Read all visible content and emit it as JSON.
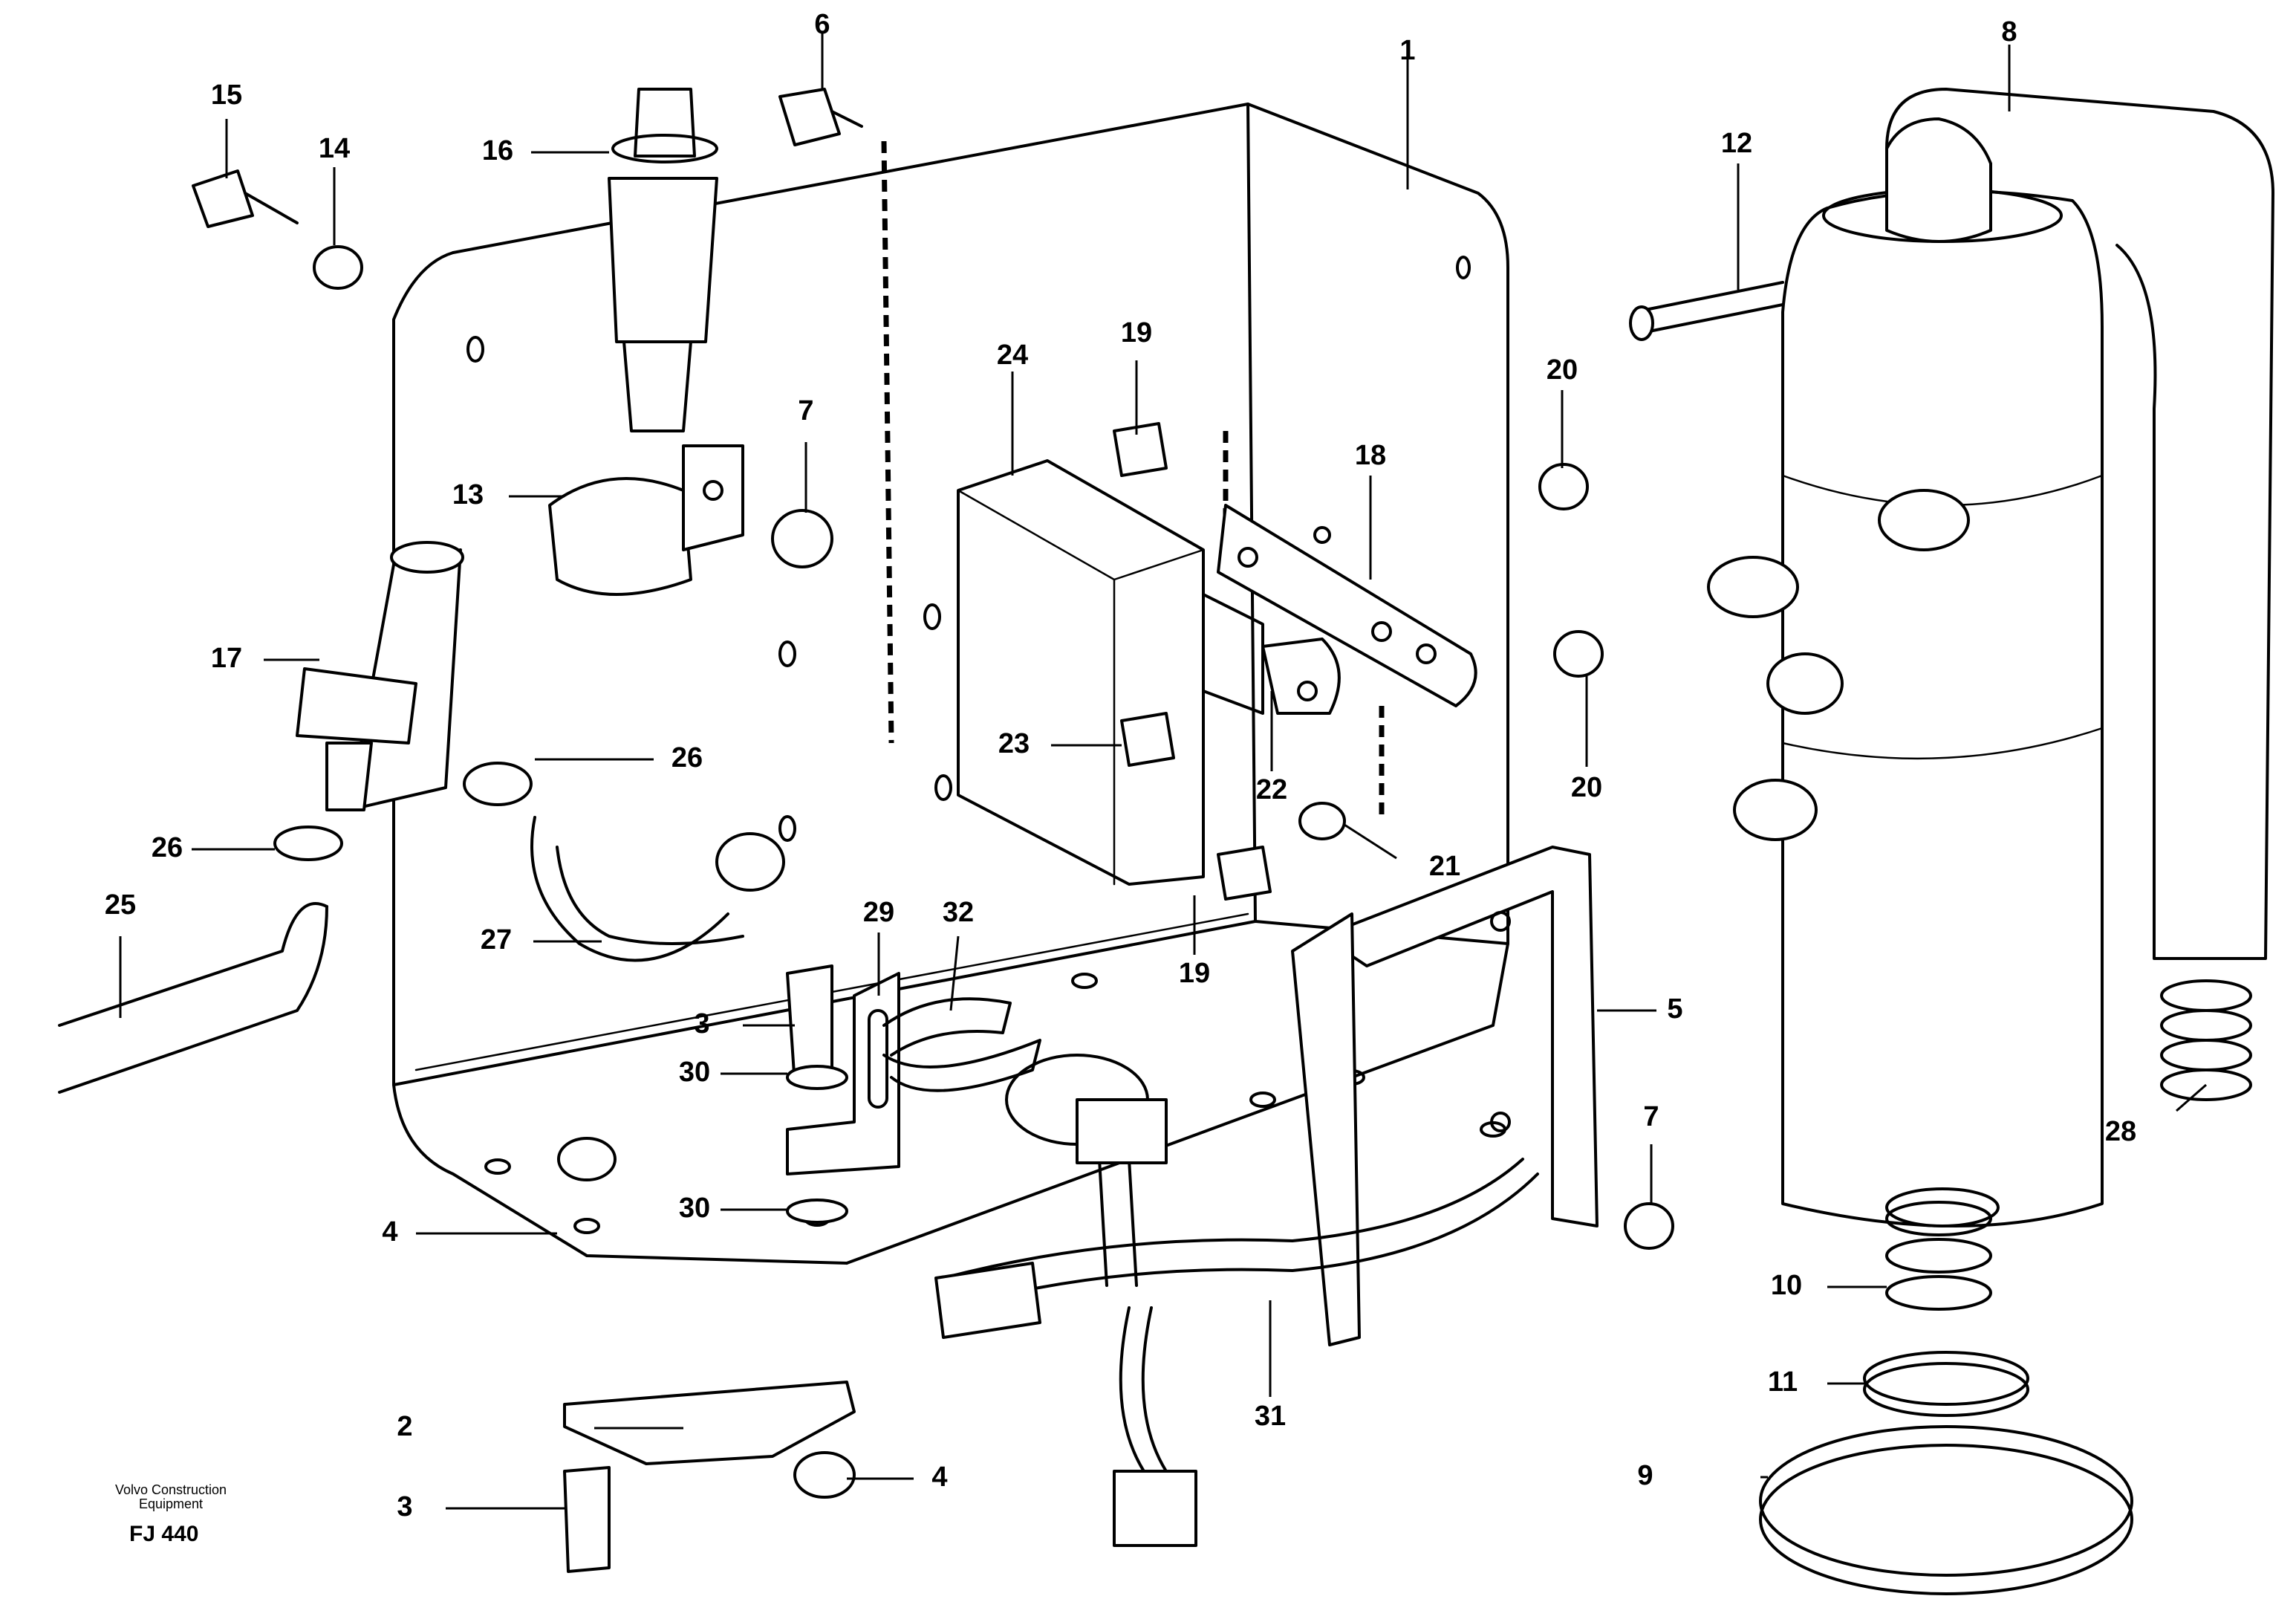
{
  "diagram": {
    "callouts": [
      "1",
      "2",
      "3",
      "3",
      "4",
      "4",
      "5",
      "6",
      "7",
      "7",
      "8",
      "9",
      "10",
      "11",
      "12",
      "13",
      "14",
      "15",
      "16",
      "17",
      "18",
      "19",
      "19",
      "20",
      "20",
      "21",
      "22",
      "23",
      "24",
      "25",
      "26",
      "26",
      "27",
      "28",
      "29",
      "30",
      "30",
      "31",
      "32"
    ]
  },
  "footer": {
    "brand_line1": "Volvo Construction",
    "brand_line2": "Equipment",
    "code": "FJ 440"
  }
}
